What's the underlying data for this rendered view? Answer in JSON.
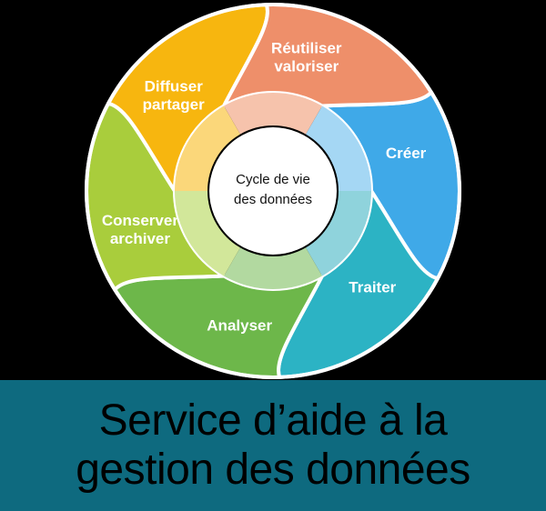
{
  "diagram": {
    "center": {
      "lines": [
        "Cycle de vie",
        "des données"
      ]
    },
    "segments": [
      {
        "id": "creer",
        "lines": [
          "Créer"
        ],
        "color": "#3fa9e8",
        "inner": "#a5d7f4"
      },
      {
        "id": "traiter",
        "lines": [
          "Traiter"
        ],
        "color": "#2cb3c4",
        "inner": "#8fd3dc"
      },
      {
        "id": "analyser",
        "lines": [
          "Analyser"
        ],
        "color": "#6db74a",
        "inner": "#b2d9a0"
      },
      {
        "id": "conserver",
        "lines": [
          "Conserver",
          "archiver"
        ],
        "color": "#a9cd3c",
        "inner": "#d2e79a"
      },
      {
        "id": "diffuser",
        "lines": [
          "Diffuser",
          "partager"
        ],
        "color": "#f7b60f",
        "inner": "#fbd77a"
      },
      {
        "id": "reutiliser",
        "lines": [
          "Réutiliser",
          "valoriser"
        ],
        "color": "#ee8f6a",
        "inner": "#f6c3ac"
      }
    ]
  },
  "banner": {
    "line1": "Service d’aide à la",
    "line2": "gestion des données",
    "color": "#0e6a7f"
  }
}
